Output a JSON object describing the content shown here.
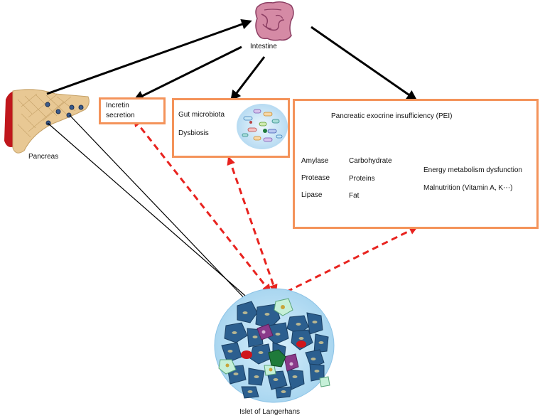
{
  "labels": {
    "intestine": "Intestine",
    "pancreas": "Pancreas",
    "islet": "Islet of Langerhans",
    "incretin_line1": "Incretin",
    "incretin_line2": "secretion",
    "gut_microbiota": "Gut microbiota",
    "dysbiosis": "Dysbiosis",
    "pei_title": "Pancreatic exocrine insufficiency (PEI)"
  },
  "pei": {
    "enzymes": [
      {
        "enzyme": "Amylase",
        "substrate": "Carbohydrate"
      },
      {
        "enzyme": "Protease",
        "substrate": "Proteins"
      },
      {
        "enzyme": "Lipase",
        "substrate": "Fat"
      }
    ],
    "outcomes": [
      "Energy metabolism dysfunction",
      "Malnutrition (Vitamin A, K⋯)"
    ]
  },
  "colors": {
    "box_border": "#f4935a",
    "dashed_arrow": "#e8231f",
    "solid_arrow": "#000000",
    "enzyme_arrow": "#aaaaaa"
  },
  "icons": [
    "intestine-icon",
    "pancreas-icon",
    "islet-icon",
    "microbiota-icon"
  ]
}
